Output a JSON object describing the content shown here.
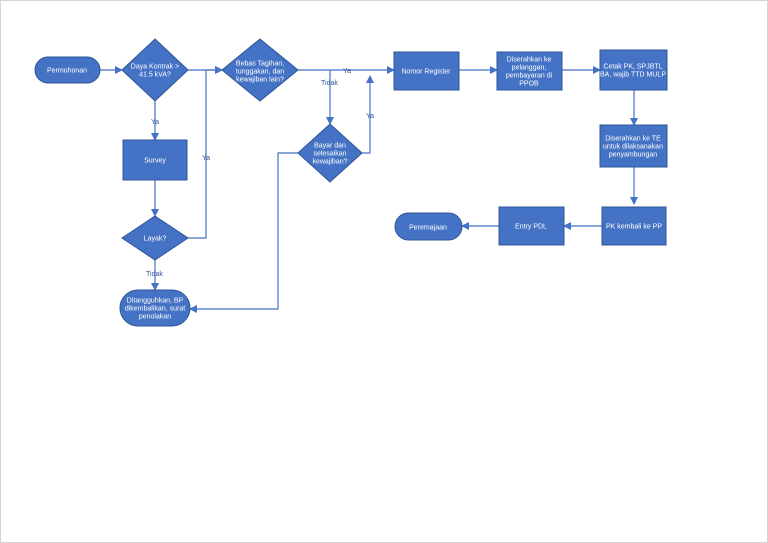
{
  "colors": {
    "shape_fill": "#4472c4",
    "shape_stroke": "#2f5597",
    "connector": "#4472c4",
    "text_on_shape": "#ffffff",
    "label_text": "#2f5597",
    "background": "#ffffff"
  },
  "nodes": {
    "start": {
      "lines": [
        "Permohonan"
      ]
    },
    "decision_power": {
      "lines": [
        "Daya Kontrak >",
        "41.5 kVA?"
      ]
    },
    "survey": {
      "lines": [
        "Survey"
      ]
    },
    "decision_feasible": {
      "lines": [
        "Layak?"
      ]
    },
    "rejected": {
      "lines": [
        "Ditangguhkan, BP",
        "dikembalikan, surat",
        "penolakan"
      ]
    },
    "decision_clear": {
      "lines": [
        "Bebas Tagihan,",
        "tunggakan, dan",
        "kewajiban lain?"
      ]
    },
    "decision_pay": {
      "lines": [
        "Bayar dan",
        "selesaikan",
        "kewajiban?"
      ]
    },
    "register": {
      "lines": [
        "Nomor Register"
      ]
    },
    "handover_customer": {
      "lines": [
        "Diserahkan ke",
        "pelanggan,",
        "pembayaran di",
        "PPOB"
      ]
    },
    "print_docs": {
      "lines": [
        "Cetak PK, SPJBTL",
        "BA, wajib TTD MULP"
      ]
    },
    "handover_te": {
      "lines": [
        "Diserahkan ke TE",
        "untuk dilaksanakan",
        "penyambungan"
      ]
    },
    "pk_return": {
      "lines": [
        "PK kembali ke PP"
      ]
    },
    "entry_pdl": {
      "lines": [
        "Entry PDL"
      ]
    },
    "end": {
      "lines": [
        "Peremajaan"
      ]
    }
  },
  "edge_labels": {
    "power_yes": "Ya",
    "feasible_yes": "Ya",
    "feasible_no": "Tidak",
    "clear_yes": "Ya",
    "clear_no": "Tidak",
    "pay_yes": "Ya"
  }
}
